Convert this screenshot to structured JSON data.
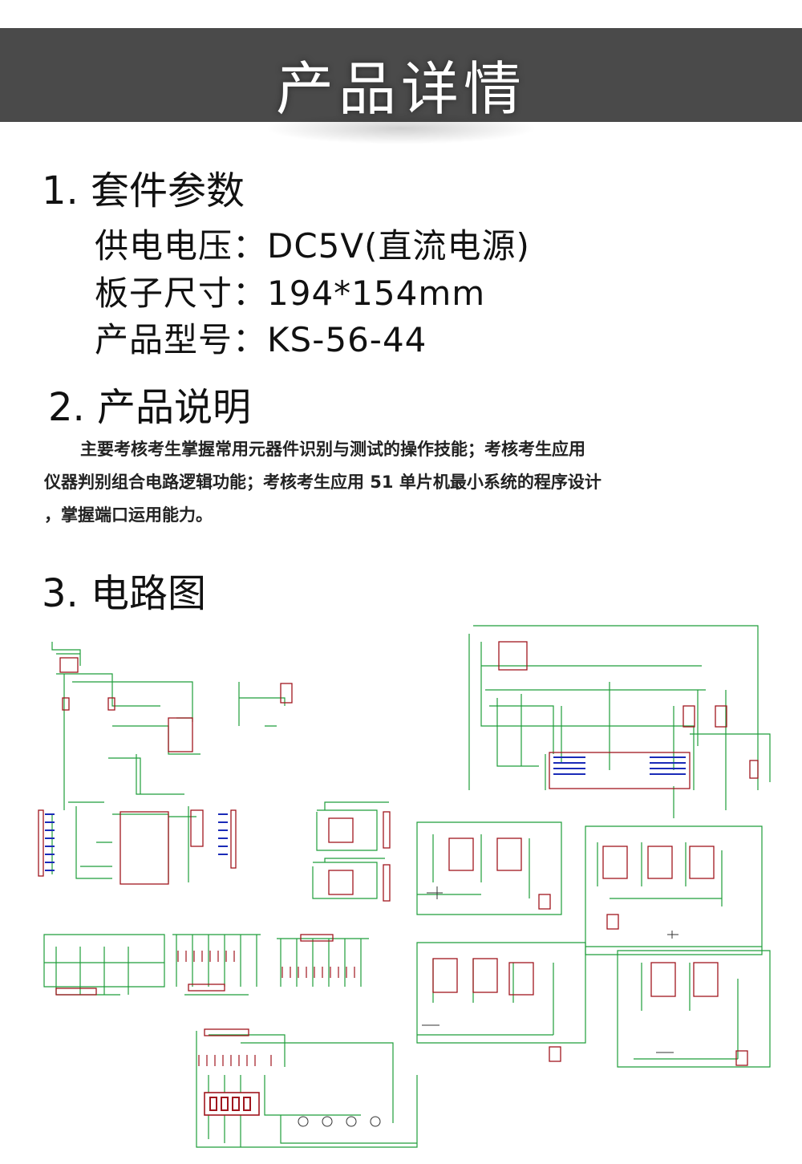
{
  "banner": {
    "title": "产品详情"
  },
  "section1": {
    "heading": "1. 套件参数",
    "params": [
      "供电电压：DC5V(直流电源)",
      "板子尺寸：194*154mm",
      "产品型号：KS-56-44"
    ]
  },
  "section2": {
    "heading": "2. 产品说明",
    "lines": [
      "主要考核考生掌握常用元器件识别与测试的操作技能；考核考生应用",
      "仪器判别组合电路逻辑功能；考核考生应用 51 单片机最小系统的程序设计",
      "，掌握端口运用能力。"
    ]
  },
  "section3": {
    "heading": "3. 电路图"
  },
  "colors": {
    "banner_bg": "#4a4a4a",
    "wire": "#1f9e3a",
    "part": "#a0161e",
    "label": "#1a2bb8"
  }
}
